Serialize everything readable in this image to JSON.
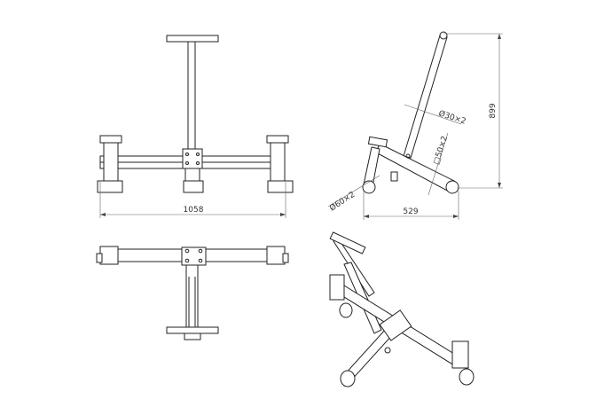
{
  "dimensions": {
    "width_total": "1058",
    "depth": "529",
    "height": "899",
    "handle_tube": "Ø30×2",
    "frame_tube": "□50×2",
    "roller_tube": "Ø60×2"
  }
}
